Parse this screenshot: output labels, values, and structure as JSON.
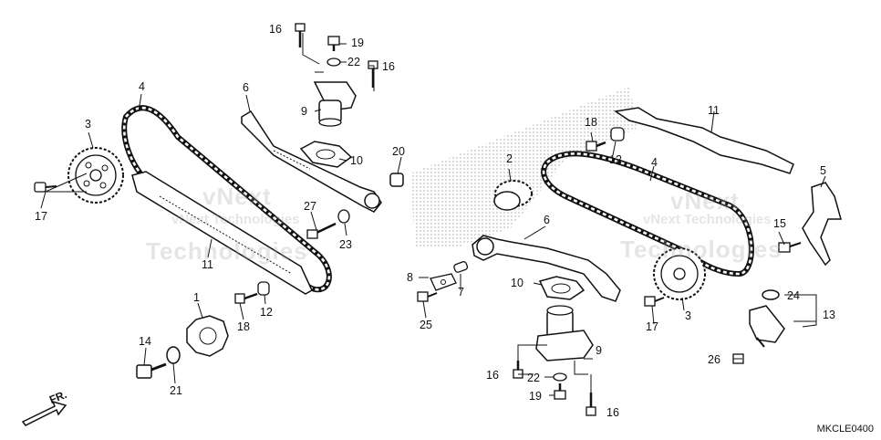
{
  "callouts": {
    "c1": "1",
    "c2": "2",
    "c3a": "3",
    "c3b": "3",
    "c4a": "4",
    "c4b": "4",
    "c5": "5",
    "c6a": "6",
    "c6b": "6",
    "c7": "7",
    "c8": "8",
    "c9a": "9",
    "c9b": "9",
    "c10a": "10",
    "c10b": "10",
    "c11a": "11",
    "c11b": "11",
    "c12a": "12",
    "c12b": "12",
    "c13": "13",
    "c14": "14",
    "c15": "15",
    "c16a": "16",
    "c16b": "16",
    "c16c": "16",
    "c16d": "16",
    "c17a": "17",
    "c17b": "17",
    "c18a": "18",
    "c18b": "18",
    "c19a": "19",
    "c19b": "19",
    "c20": "20",
    "c21": "21",
    "c22a": "22",
    "c22b": "22",
    "c23": "23",
    "c24": "24",
    "c25": "25",
    "c26": "26",
    "c27": "27"
  },
  "watermark": {
    "line1": "vNext",
    "line2": "Technologies",
    "small": "vNext Technologies"
  },
  "direction_label": "FR.",
  "diagram_ref": "MKCLE0400",
  "colors": {
    "ink": "#111111",
    "shade": "#cfcfcf",
    "watermark": "#a0a0a0"
  }
}
